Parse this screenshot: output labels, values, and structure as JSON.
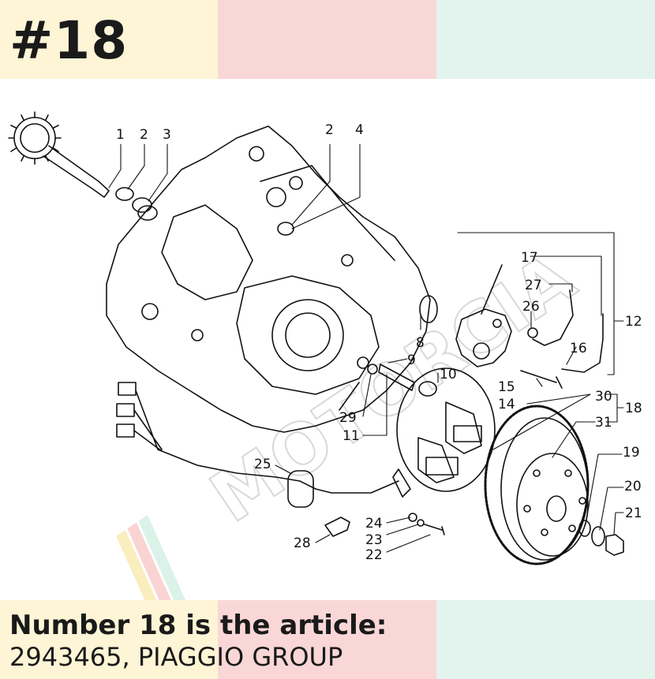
{
  "header": {
    "title": "#18"
  },
  "footer": {
    "line1": "Number 18 is the article:",
    "line2": "2943465, PIAGGIO GROUP"
  },
  "diagram": {
    "watermark": "MOTORCIA",
    "labels": [
      "1",
      "2",
      "3",
      "2",
      "4",
      "17",
      "27",
      "26",
      "12",
      "8",
      "9",
      "10",
      "16",
      "15",
      "14",
      "30",
      "18",
      "31",
      "29",
      "11",
      "19",
      "20",
      "21",
      "25",
      "24",
      "23",
      "22",
      "28"
    ]
  },
  "colors": {
    "yellow": "#fdf5d6",
    "pink": "#fad7d7",
    "mint": "#e3f4ee",
    "text": "#1a1a1a"
  }
}
